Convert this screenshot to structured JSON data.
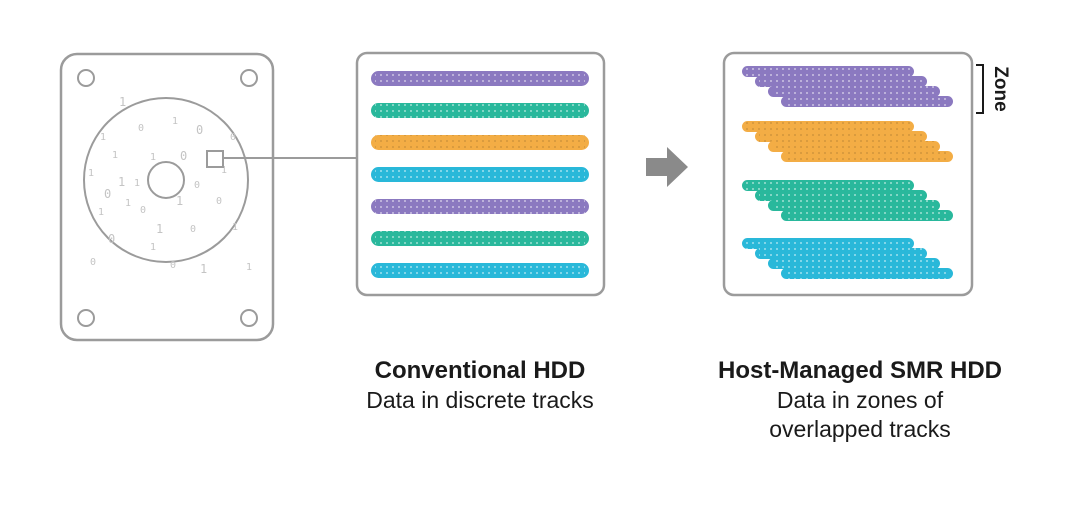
{
  "colors": {
    "outline": "#9b9b9b",
    "background": "#ffffff",
    "purple": "#8b79c0",
    "teal": "#29b89c",
    "orange": "#f3ad45",
    "blue": "#29b8d9",
    "arrow": "#8a8a8a",
    "text": "#1a1a1a"
  },
  "disk": {
    "binary_digits": [
      "1",
      "0",
      "1",
      "0",
      "1",
      "1",
      "0",
      "1",
      "1",
      "0",
      "1",
      "0",
      "1",
      "0",
      "1",
      "1",
      "0",
      "1",
      "0",
      "1",
      "0",
      "1",
      "1",
      "0",
      "1",
      "1",
      "0",
      "1",
      "0",
      "1"
    ]
  },
  "conventional": {
    "title": "Conventional HDD",
    "subtitle": "Data in discrete tracks",
    "track_colors": [
      "purple",
      "teal",
      "orange",
      "blue",
      "purple",
      "teal",
      "blue"
    ]
  },
  "smr": {
    "title": "Host-Managed SMR HDD",
    "subtitle_line1": "Data in zones of",
    "subtitle_line2": "overlapped tracks",
    "zone_label": "Zone",
    "zones": [
      {
        "color": "purple",
        "tracks": 4
      },
      {
        "color": "orange",
        "tracks": 4
      },
      {
        "color": "teal",
        "tracks": 4
      },
      {
        "color": "blue",
        "tracks": 4
      }
    ]
  }
}
